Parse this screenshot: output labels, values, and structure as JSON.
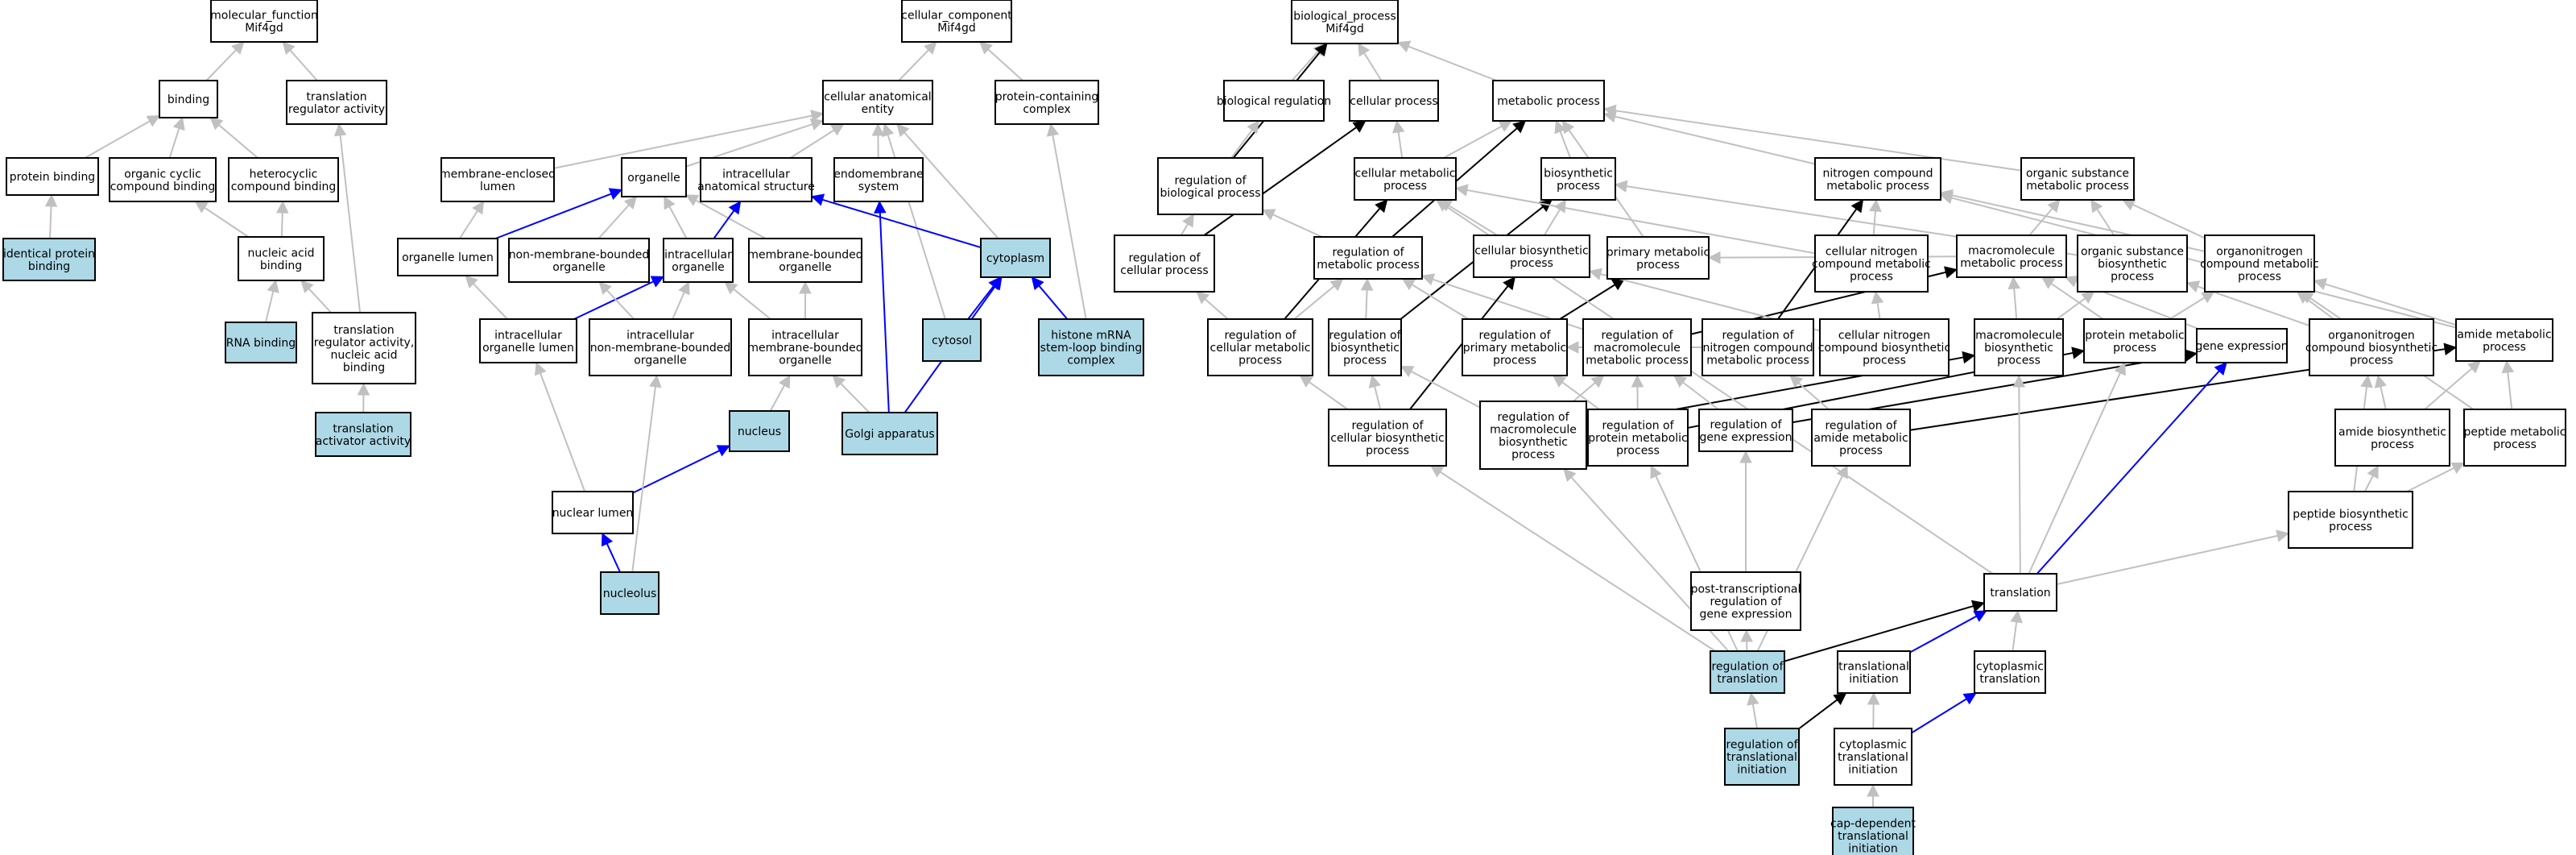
{
  "colors": {
    "node_default": "#ffffff",
    "node_highlight": "#add8e6",
    "edge_default": "#c0c0c0",
    "edge_blue": "#0000ff",
    "edge_black": "#000000"
  },
  "nodes": [
    {
      "id": "mf",
      "lines": [
        "molecular_function",
        "Mif4gd"
      ]
    },
    {
      "id": "binding",
      "lines": [
        "binding"
      ]
    },
    {
      "id": "tra",
      "lines": [
        "translation",
        "regulator activity"
      ]
    },
    {
      "id": "protbind",
      "lines": [
        "protein binding"
      ]
    },
    {
      "id": "occb",
      "lines": [
        "organic cyclic",
        "compound binding"
      ]
    },
    {
      "id": "hccb",
      "lines": [
        "heterocyclic",
        "compound binding"
      ]
    },
    {
      "id": "ipb",
      "lines": [
        "identical protein",
        "binding"
      ],
      "hl": true
    },
    {
      "id": "nab",
      "lines": [
        "nucleic acid",
        "binding"
      ]
    },
    {
      "id": "rnab",
      "lines": [
        "RNA binding"
      ],
      "hl": true
    },
    {
      "id": "tranab",
      "lines": [
        "translation",
        "regulator activity,",
        "nucleic acid",
        "binding"
      ]
    },
    {
      "id": "taa",
      "lines": [
        "translation",
        "activator activity"
      ],
      "hl": true
    },
    {
      "id": "cc",
      "lines": [
        "cellular_component",
        "Mif4gd"
      ]
    },
    {
      "id": "cae",
      "lines": [
        "cellular anatomical",
        "entity"
      ]
    },
    {
      "id": "pcc",
      "lines": [
        "protein-containing",
        "complex"
      ]
    },
    {
      "id": "mel",
      "lines": [
        "membrane-enclosed",
        "lumen"
      ]
    },
    {
      "id": "organelle",
      "lines": [
        "organelle"
      ]
    },
    {
      "id": "ias",
      "lines": [
        "intracellular",
        "anatomical structure"
      ]
    },
    {
      "id": "endo",
      "lines": [
        "endomembrane",
        "system"
      ]
    },
    {
      "id": "cyto",
      "lines": [
        "cytoplasm"
      ],
      "hl": true
    },
    {
      "id": "ol",
      "lines": [
        "organelle lumen"
      ]
    },
    {
      "id": "nmbo",
      "lines": [
        "non-membrane-bounded",
        "organelle"
      ]
    },
    {
      "id": "io",
      "lines": [
        "intracellular",
        "organelle"
      ]
    },
    {
      "id": "mbo",
      "lines": [
        "membrane-bounded",
        "organelle"
      ]
    },
    {
      "id": "iol",
      "lines": [
        "intracellular",
        "organelle lumen"
      ]
    },
    {
      "id": "inmbo",
      "lines": [
        "intracellular",
        "non-membrane-bounded",
        "organelle"
      ]
    },
    {
      "id": "imbo",
      "lines": [
        "intracellular",
        "membrane-bounded",
        "organelle"
      ]
    },
    {
      "id": "cytosol",
      "lines": [
        "cytosol"
      ],
      "hl": true
    },
    {
      "id": "hmrna",
      "lines": [
        "histone mRNA",
        "stem-loop binding",
        "complex"
      ],
      "hl": true
    },
    {
      "id": "nucleus",
      "lines": [
        "nucleus"
      ],
      "hl": true
    },
    {
      "id": "golgi",
      "lines": [
        "Golgi apparatus"
      ],
      "hl": true
    },
    {
      "id": "nl",
      "lines": [
        "nuclear lumen"
      ]
    },
    {
      "id": "nucleolus",
      "lines": [
        "nucleolus"
      ],
      "hl": true
    },
    {
      "id": "bp",
      "lines": [
        "biological_process",
        "Mif4gd"
      ]
    },
    {
      "id": "br",
      "lines": [
        "biological regulation"
      ]
    },
    {
      "id": "cp",
      "lines": [
        "cellular process"
      ]
    },
    {
      "id": "mp",
      "lines": [
        "metabolic process"
      ]
    },
    {
      "id": "rbp",
      "lines": [
        "regulation of",
        "biological process"
      ]
    },
    {
      "id": "cmp",
      "lines": [
        "cellular metabolic",
        "process"
      ]
    },
    {
      "id": "bsp",
      "lines": [
        "biosynthetic",
        "process"
      ]
    },
    {
      "id": "ncmp",
      "lines": [
        "nitrogen compound",
        "metabolic process"
      ]
    },
    {
      "id": "osmp",
      "lines": [
        "organic substance",
        "metabolic process"
      ]
    },
    {
      "id": "rcp",
      "lines": [
        "regulation of",
        "cellular process"
      ]
    },
    {
      "id": "rmp",
      "lines": [
        "regulation of",
        "metabolic process"
      ]
    },
    {
      "id": "cbp",
      "lines": [
        "cellular biosynthetic",
        "process"
      ]
    },
    {
      "id": "pmp",
      "lines": [
        "primary metabolic",
        "process"
      ]
    },
    {
      "id": "cncmp",
      "lines": [
        "cellular nitrogen",
        "compound metabolic",
        "process"
      ]
    },
    {
      "id": "mmp",
      "lines": [
        "macromolecule",
        "metabolic process"
      ]
    },
    {
      "id": "osbp",
      "lines": [
        "organic substance",
        "biosynthetic",
        "process"
      ]
    },
    {
      "id": "oncmp",
      "lines": [
        "organonitrogen",
        "compound metabolic",
        "process"
      ]
    },
    {
      "id": "rcmp",
      "lines": [
        "regulation of",
        "cellular metabolic",
        "process"
      ]
    },
    {
      "id": "rbsp",
      "lines": [
        "regulation of",
        "biosynthetic",
        "process"
      ]
    },
    {
      "id": "rpmp",
      "lines": [
        "regulation of",
        "primary metabolic",
        "process"
      ]
    },
    {
      "id": "rmmp",
      "lines": [
        "regulation of",
        "macromolecule",
        "metabolic process"
      ]
    },
    {
      "id": "rncmp",
      "lines": [
        "regulation of",
        "nitrogen compound",
        "metabolic process"
      ]
    },
    {
      "id": "cncbp",
      "lines": [
        "cellular nitrogen",
        "compound biosynthetic",
        "process"
      ]
    },
    {
      "id": "mbp",
      "lines": [
        "macromolecule",
        "biosynthetic",
        "process"
      ]
    },
    {
      "id": "protmp",
      "lines": [
        "protein metabolic",
        "process"
      ]
    },
    {
      "id": "ge",
      "lines": [
        "gene expression"
      ]
    },
    {
      "id": "oncbp",
      "lines": [
        "organonitrogen",
        "compound biosynthetic",
        "process"
      ]
    },
    {
      "id": "amp",
      "lines": [
        "amide metabolic",
        "process"
      ]
    },
    {
      "id": "rcbp",
      "lines": [
        "regulation of",
        "cellular biosynthetic",
        "process"
      ]
    },
    {
      "id": "rmbp",
      "lines": [
        "regulation of",
        "macromolecule",
        "biosynthetic",
        "process"
      ]
    },
    {
      "id": "rprmp",
      "lines": [
        "regulation of",
        "protein metabolic",
        "process"
      ]
    },
    {
      "id": "rge",
      "lines": [
        "regulation of",
        "gene expression"
      ]
    },
    {
      "id": "ramp",
      "lines": [
        "regulation of",
        "amide metabolic",
        "process"
      ]
    },
    {
      "id": "abp",
      "lines": [
        "amide biosynthetic",
        "process"
      ]
    },
    {
      "id": "pepmp",
      "lines": [
        "peptide metabolic",
        "process"
      ]
    },
    {
      "id": "pepbp",
      "lines": [
        "peptide biosynthetic",
        "process"
      ]
    },
    {
      "id": "ptrge",
      "lines": [
        "post-transcriptional",
        "regulation of",
        "gene expression"
      ]
    },
    {
      "id": "translation",
      "lines": [
        "translation"
      ]
    },
    {
      "id": "rot",
      "lines": [
        "regulation of",
        "translation"
      ],
      "hl": true
    },
    {
      "id": "ti",
      "lines": [
        "translational",
        "initiation"
      ]
    },
    {
      "id": "ct",
      "lines": [
        "cytoplasmic",
        "translation"
      ]
    },
    {
      "id": "rti",
      "lines": [
        "regulation of",
        "translational",
        "initiation"
      ],
      "hl": true
    },
    {
      "id": "cti",
      "lines": [
        "cytoplasmic",
        "translational",
        "initiation"
      ]
    },
    {
      "id": "cdti",
      "lines": [
        "cap-dependent",
        "translational",
        "initiation"
      ],
      "hl": true
    }
  ],
  "edges": [
    {
      "from": "binding",
      "to": "mf",
      "c": "g"
    },
    {
      "from": "tra",
      "to": "mf",
      "c": "g"
    },
    {
      "from": "protbind",
      "to": "binding",
      "c": "g"
    },
    {
      "from": "occb",
      "to": "binding",
      "c": "g"
    },
    {
      "from": "hccb",
      "to": "binding",
      "c": "g"
    },
    {
      "from": "ipb",
      "to": "protbind",
      "c": "g"
    },
    {
      "from": "nab",
      "to": "occb",
      "c": "g"
    },
    {
      "from": "nab",
      "to": "hccb",
      "c": "g"
    },
    {
      "from": "rnab",
      "to": "nab",
      "c": "g"
    },
    {
      "from": "tranab",
      "to": "nab",
      "c": "g"
    },
    {
      "from": "tranab",
      "to": "tra",
      "c": "g"
    },
    {
      "from": "taa",
      "to": "tranab",
      "c": "g"
    },
    {
      "from": "cae",
      "to": "cc",
      "c": "g"
    },
    {
      "from": "pcc",
      "to": "cc",
      "c": "g"
    },
    {
      "from": "mel",
      "to": "cae",
      "c": "g"
    },
    {
      "from": "organelle",
      "to": "cae",
      "c": "g"
    },
    {
      "from": "ias",
      "to": "cae",
      "c": "g"
    },
    {
      "from": "endo",
      "to": "cae",
      "c": "g"
    },
    {
      "from": "cyto",
      "to": "cae",
      "c": "g"
    },
    {
      "from": "cytosol",
      "to": "cae",
      "c": "g"
    },
    {
      "from": "hmrna",
      "to": "pcc",
      "c": "g"
    },
    {
      "from": "ol",
      "to": "mel",
      "c": "g"
    },
    {
      "from": "ol",
      "to": "organelle",
      "c": "b"
    },
    {
      "from": "nmbo",
      "to": "organelle",
      "c": "g"
    },
    {
      "from": "io",
      "to": "organelle",
      "c": "g"
    },
    {
      "from": "mbo",
      "to": "organelle",
      "c": "g"
    },
    {
      "from": "io",
      "to": "ias",
      "c": "b"
    },
    {
      "from": "cyto",
      "to": "ias",
      "c": "b"
    },
    {
      "from": "iol",
      "to": "ol",
      "c": "g"
    },
    {
      "from": "iol",
      "to": "io",
      "c": "b"
    },
    {
      "from": "inmbo",
      "to": "nmbo",
      "c": "g"
    },
    {
      "from": "inmbo",
      "to": "io",
      "c": "g"
    },
    {
      "from": "imbo",
      "to": "io",
      "c": "g"
    },
    {
      "from": "imbo",
      "to": "mbo",
      "c": "g"
    },
    {
      "from": "nucleus",
      "to": "imbo",
      "c": "g"
    },
    {
      "from": "golgi",
      "to": "imbo",
      "c": "g"
    },
    {
      "from": "golgi",
      "to": "endo",
      "c": "b"
    },
    {
      "from": "golgi",
      "to": "cyto",
      "c": "b"
    },
    {
      "from": "cytosol",
      "to": "cyto",
      "c": "b"
    },
    {
      "from": "hmrna",
      "to": "cyto",
      "c": "b"
    },
    {
      "from": "nl",
      "to": "iol",
      "c": "g"
    },
    {
      "from": "nl",
      "to": "nucleus",
      "c": "b"
    },
    {
      "from": "nucleolus",
      "to": "nl",
      "c": "b"
    },
    {
      "from": "nucleolus",
      "to": "inmbo",
      "c": "g"
    },
    {
      "from": "br",
      "to": "bp",
      "c": "g"
    },
    {
      "from": "cp",
      "to": "bp",
      "c": "g"
    },
    {
      "from": "mp",
      "to": "bp",
      "c": "g"
    },
    {
      "from": "rbp",
      "to": "bp",
      "c": "k"
    },
    {
      "from": "rbp",
      "to": "br",
      "c": "g"
    },
    {
      "from": "rcp",
      "to": "cp",
      "c": "k"
    },
    {
      "from": "rcp",
      "to": "rbp",
      "c": "g"
    },
    {
      "from": "cmp",
      "to": "cp",
      "c": "g"
    },
    {
      "from": "cmp",
      "to": "mp",
      "c": "g"
    },
    {
      "from": "bsp",
      "to": "mp",
      "c": "g"
    },
    {
      "from": "ncmp",
      "to": "mp",
      "c": "g"
    },
    {
      "from": "osmp",
      "to": "mp",
      "c": "g"
    },
    {
      "from": "pmp",
      "to": "mp",
      "c": "g"
    },
    {
      "from": "rmp",
      "to": "mp",
      "c": "k"
    },
    {
      "from": "rmp",
      "to": "rbp",
      "c": "g"
    },
    {
      "from": "rcmp",
      "to": "cmp",
      "c": "k"
    },
    {
      "from": "rcmp",
      "to": "rcp",
      "c": "g"
    },
    {
      "from": "rcmp",
      "to": "rmp",
      "c": "g"
    },
    {
      "from": "cbp",
      "to": "cmp",
      "c": "g"
    },
    {
      "from": "cbp",
      "to": "bsp",
      "c": "g"
    },
    {
      "from": "rbsp",
      "to": "bsp",
      "c": "k"
    },
    {
      "from": "rbsp",
      "to": "rmp",
      "c": "g"
    },
    {
      "from": "cncmp",
      "to": "ncmp",
      "c": "g"
    },
    {
      "from": "cncmp",
      "to": "cmp",
      "c": "g"
    },
    {
      "from": "mmp",
      "to": "pmp",
      "c": "g"
    },
    {
      "from": "mmp",
      "to": "osmp",
      "c": "g"
    },
    {
      "from": "osbp",
      "to": "osmp",
      "c": "g"
    },
    {
      "from": "osbp",
      "to": "bsp",
      "c": "g"
    },
    {
      "from": "oncmp",
      "to": "ncmp",
      "c": "g"
    },
    {
      "from": "oncmp",
      "to": "osmp",
      "c": "g"
    },
    {
      "from": "rpmp",
      "to": "pmp",
      "c": "k"
    },
    {
      "from": "rpmp",
      "to": "rmp",
      "c": "g"
    },
    {
      "from": "rmmp",
      "to": "mmp",
      "c": "k"
    },
    {
      "from": "rmmp",
      "to": "rmp",
      "c": "g"
    },
    {
      "from": "rncmp",
      "to": "ncmp",
      "c": "k"
    },
    {
      "from": "rncmp",
      "to": "rpmp",
      "c": "g"
    },
    {
      "from": "cncbp",
      "to": "cncmp",
      "c": "g"
    },
    {
      "from": "cncbp",
      "to": "cbp",
      "c": "g"
    },
    {
      "from": "mbp",
      "to": "mmp",
      "c": "g"
    },
    {
      "from": "mbp",
      "to": "osbp",
      "c": "g"
    },
    {
      "from": "protmp",
      "to": "mmp",
      "c": "g"
    },
    {
      "from": "protmp",
      "to": "oncmp",
      "c": "g"
    },
    {
      "from": "ge",
      "to": "mmp",
      "c": "g"
    },
    {
      "from": "oncbp",
      "to": "oncmp",
      "c": "g"
    },
    {
      "from": "oncbp",
      "to": "osbp",
      "c": "g"
    },
    {
      "from": "amp",
      "to": "oncmp",
      "c": "g"
    },
    {
      "from": "amp",
      "to": "ncmp",
      "c": "g"
    },
    {
      "from": "rcbp",
      "to": "rbsp",
      "c": "g"
    },
    {
      "from": "rcbp",
      "to": "rcmp",
      "c": "g"
    },
    {
      "from": "rcbp",
      "to": "cbp",
      "c": "k"
    },
    {
      "from": "rmbp",
      "to": "rmmp",
      "c": "g"
    },
    {
      "from": "rmbp",
      "to": "rbsp",
      "c": "g"
    },
    {
      "from": "rmbp",
      "to": "mbp",
      "c": "k"
    },
    {
      "from": "rprmp",
      "to": "rmmp",
      "c": "g"
    },
    {
      "from": "rprmp",
      "to": "rpmp",
      "c": "g"
    },
    {
      "from": "rprmp",
      "to": "protmp",
      "c": "k"
    },
    {
      "from": "rge",
      "to": "rmmp",
      "c": "g"
    },
    {
      "from": "rge",
      "to": "ge",
      "c": "k"
    },
    {
      "from": "ramp",
      "to": "rncmp",
      "c": "g"
    },
    {
      "from": "ramp",
      "to": "amp",
      "c": "k"
    },
    {
      "from": "abp",
      "to": "amp",
      "c": "g"
    },
    {
      "from": "abp",
      "to": "oncbp",
      "c": "g"
    },
    {
      "from": "pepmp",
      "to": "amp",
      "c": "g"
    },
    {
      "from": "pepmp",
      "to": "oncmp",
      "c": "g"
    },
    {
      "from": "pepbp",
      "to": "abp",
      "c": "g"
    },
    {
      "from": "pepbp",
      "to": "pepmp",
      "c": "g"
    },
    {
      "from": "pepbp",
      "to": "oncbp",
      "c": "g"
    },
    {
      "from": "ptrge",
      "to": "rge",
      "c": "g"
    },
    {
      "from": "translation",
      "to": "pepbp",
      "c": "g"
    },
    {
      "from": "translation",
      "to": "protmp",
      "c": "g"
    },
    {
      "from": "translation",
      "to": "mbp",
      "c": "g"
    },
    {
      "from": "translation",
      "to": "ge",
      "c": "b"
    },
    {
      "from": "translation",
      "to": "cmp",
      "c": "g"
    },
    {
      "from": "rot",
      "to": "ptrge",
      "c": "g"
    },
    {
      "from": "rot",
      "to": "rmbp",
      "c": "g"
    },
    {
      "from": "rot",
      "to": "rprmp",
      "c": "g"
    },
    {
      "from": "rot",
      "to": "ramp",
      "c": "g"
    },
    {
      "from": "rot",
      "to": "rcbp",
      "c": "g"
    },
    {
      "from": "rot",
      "to": "translation",
      "c": "k"
    },
    {
      "from": "ti",
      "to": "translation",
      "c": "b"
    },
    {
      "from": "ct",
      "to": "translation",
      "c": "g"
    },
    {
      "from": "rti",
      "to": "rot",
      "c": "g"
    },
    {
      "from": "rti",
      "to": "ti",
      "c": "k"
    },
    {
      "from": "cti",
      "to": "ti",
      "c": "g"
    },
    {
      "from": "cti",
      "to": "ct",
      "c": "b"
    },
    {
      "from": "cdti",
      "to": "cti",
      "c": "g"
    }
  ]
}
